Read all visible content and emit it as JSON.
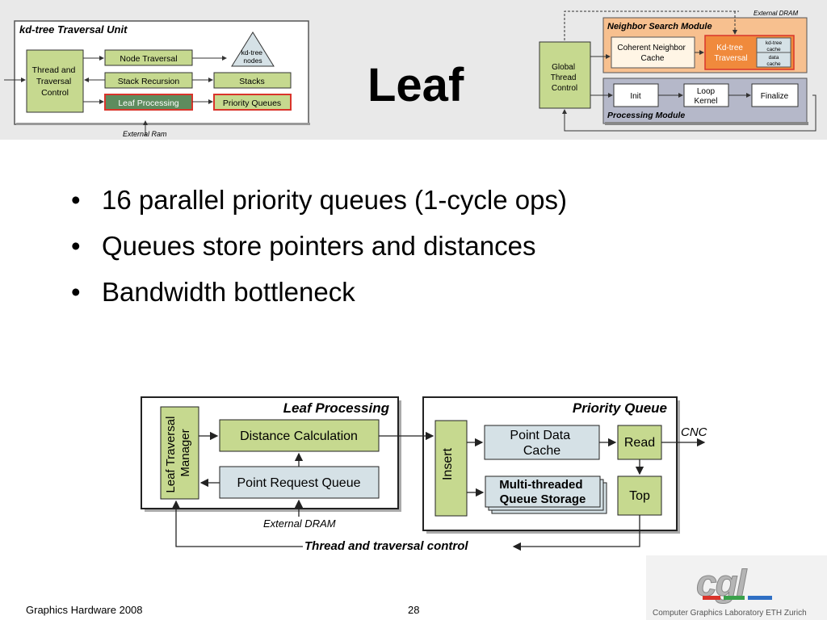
{
  "slide": {
    "title": "Leaf",
    "bullets": [
      "16 parallel priority queues (1-cycle ops)",
      "Queues store pointers and distances",
      "Bandwidth bottleneck"
    ],
    "footer_left": "Graphics Hardware 2008",
    "page_number": "28"
  },
  "kd_unit": {
    "title": "kd-tree Traversal Unit",
    "thread_control": [
      "Thread and",
      "Traversal",
      "Control"
    ],
    "node_traversal": "Node Traversal",
    "stack_recursion": "Stack Recursion",
    "leaf_processing": "Leaf Processing",
    "kd_nodes": [
      "kd-tree",
      "nodes"
    ],
    "stacks": "Stacks",
    "priority_queues": "Priority Queues",
    "external_ram": "External Ram"
  },
  "system": {
    "external_dram": "External DRAM",
    "neighbor_search": "Neighbor Search Module",
    "global_control": [
      "Global",
      "Thread",
      "Control"
    ],
    "coherent_cache": [
      "Coherent Neighbor",
      "Cache"
    ],
    "kd_traversal": [
      "Kd-tree",
      "Traversal"
    ],
    "kd_cache": [
      "kd-tree",
      "cache"
    ],
    "data_cache": [
      "data",
      "cache"
    ],
    "init": "Init",
    "loop_kernel": [
      "Loop",
      "Kernel"
    ],
    "finalize": "Finalize",
    "processing_module": "Processing Module"
  },
  "leaf_diagram": {
    "leaf_processing_title": "Leaf Processing",
    "priority_queue_title": "Priority Queue",
    "manager": [
      "Leaf Traversal",
      "Manager"
    ],
    "distance_calc": "Distance Calculation",
    "point_request_queue": "Point Request Queue",
    "insert": "Insert",
    "point_data_cache": [
      "Point Data",
      "Cache"
    ],
    "queue_storage": [
      "Multi-threaded",
      "Queue Storage"
    ],
    "read": "Read",
    "top": "Top",
    "cnc": "CNC",
    "external_dram": "External DRAM",
    "thread_control": "Thread and traversal control"
  },
  "logo": {
    "name": "cgl",
    "caption": "Computer Graphics Laboratory ETH Zurich"
  },
  "colors": {
    "box_green": "#c6d98f",
    "box_blue": "#d5e1e6",
    "band_grey": "#e9e9e9",
    "orange": "#f7c08f",
    "red_border": "#d9342b"
  }
}
